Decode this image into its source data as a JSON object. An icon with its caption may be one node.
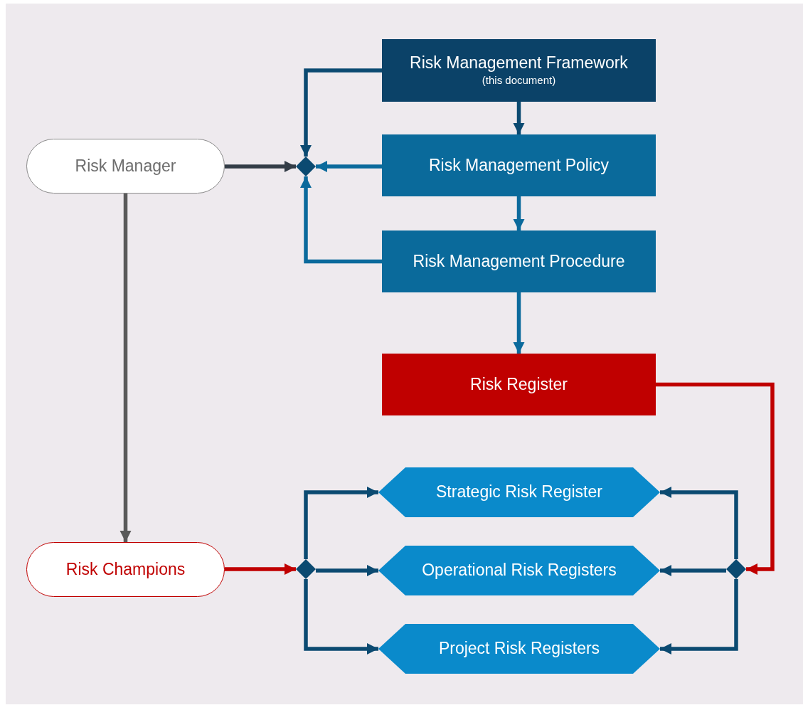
{
  "diagram": {
    "nodes": [
      {
        "text": [
          "Risk Management Framework",
          "(this document)"
        ]
      },
      {
        "text": [
          "Risk Management Policy"
        ]
      },
      {
        "text": [
          "Risk Management Procedure"
        ]
      },
      {
        "text": [
          "Risk Register"
        ]
      },
      {
        "text": [
          "Risk Manager"
        ]
      },
      {
        "text": [
          "Risk Champions"
        ]
      },
      {
        "text": [],
        "shape": "diamond"
      },
      {
        "text": [],
        "shape": "diamond"
      },
      {
        "text": [],
        "shape": "diamond"
      },
      {
        "text": [
          "Strategic Risk Register"
        ]
      },
      {
        "text": [
          "Operational Risk Registers"
        ]
      },
      {
        "text": [
          "Project Risk Registers"
        ]
      }
    ],
    "edges": [
      {
        "from": 0,
        "to": 1,
        "arrow": "to"
      },
      {
        "from": 1,
        "to": 2,
        "arrow": "to",
        "color": "#0b6a9c"
      },
      {
        "from": 2,
        "to": 3,
        "arrow": "to",
        "color": "#0b6a9c"
      },
      {
        "from": 0,
        "to": 6,
        "arrow": "to"
      },
      {
        "from": 1,
        "to": 6,
        "arrow": "to",
        "color": "#0b6a9c"
      },
      {
        "from": 2,
        "to": 6,
        "arrow": "to",
        "color": "#0b6a9c"
      },
      {
        "from": 4,
        "to": 6,
        "arrow": "to",
        "color": "#333d47"
      },
      {
        "from": 4,
        "to": 5,
        "arrow": "to",
        "color": "#5a5a5a"
      },
      {
        "from": 3,
        "to": 8,
        "arrow": "to",
        "color": "#c00000"
      },
      {
        "from": 5,
        "to": 7,
        "arrow": "to",
        "color": "#c00000"
      },
      {
        "from": 7,
        "to": 9,
        "arrow": "to"
      },
      {
        "from": 7,
        "to": 10,
        "arrow": "to"
      },
      {
        "from": 7,
        "to": 11,
        "arrow": "to"
      },
      {
        "from": 8,
        "to": 9,
        "arrow": "to"
      },
      {
        "from": 8,
        "to": 10,
        "arrow": "to"
      },
      {
        "from": 8,
        "to": 11,
        "arrow": "to"
      }
    ]
  }
}
